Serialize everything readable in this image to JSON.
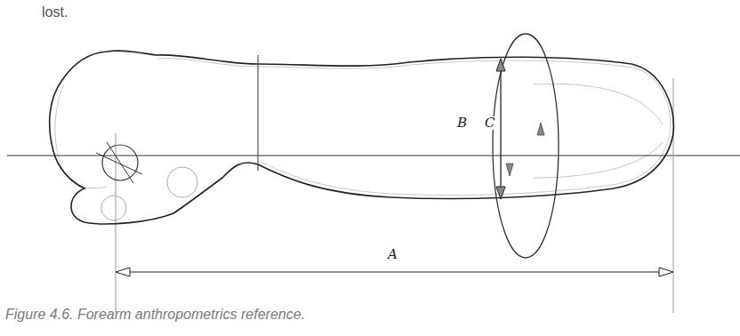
{
  "diagram": {
    "caption": "Figure 4.6. Forearm anthropometrics reference.",
    "labels": [
      "lost.",
      "B",
      "C",
      "A"
    ]
  }
}
